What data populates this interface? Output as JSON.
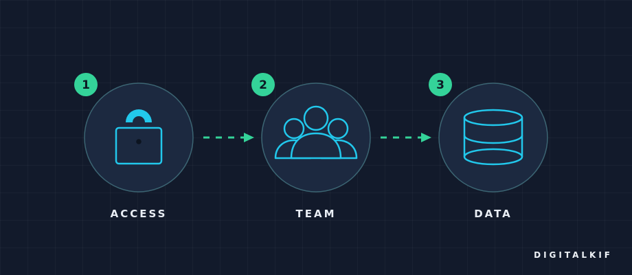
{
  "steps": [
    {
      "number": "1",
      "label": "ACCESS",
      "icon": "lock-icon"
    },
    {
      "number": "2",
      "label": "TEAM",
      "icon": "team-icon"
    },
    {
      "number": "3",
      "label": "DATA",
      "icon": "database-icon"
    }
  ],
  "brand": "DIGITALKIF",
  "colors": {
    "background": "#121a2b",
    "circle_fill": "#1c2940",
    "circle_stroke": "#3c6573",
    "icon": "#22c8ec",
    "badge": "#34d399",
    "badge_text": "#0c1a24",
    "arrow": "#34d399",
    "label": "#e8edf4"
  }
}
